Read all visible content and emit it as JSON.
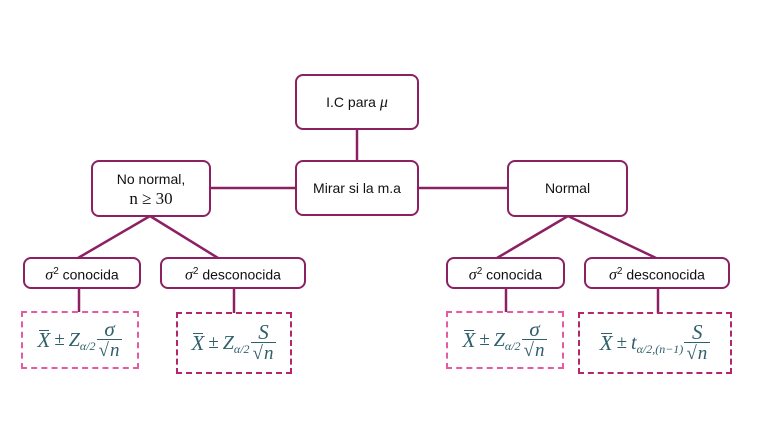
{
  "diagram": {
    "root": {
      "label": "I.C para ",
      "symbol": "μ"
    },
    "center": {
      "label": "Mirar si la m.a"
    },
    "left": {
      "line1": "No normal,",
      "line2": "n ≥ 30"
    },
    "right": {
      "label": "Normal"
    },
    "leaves": [
      {
        "sigma": "σ",
        "exp": "2",
        "label": " conocida"
      },
      {
        "sigma": "σ",
        "exp": "2",
        "label": " desconocida"
      },
      {
        "sigma": "σ",
        "exp": "2",
        "label": " conocida"
      },
      {
        "sigma": "σ",
        "exp": "2",
        "label": " desconocida"
      }
    ],
    "formulas": [
      {
        "x": "X",
        "pm": "±",
        "stat": "Z",
        "sub": "α/2",
        "num": "σ",
        "root": "√",
        "n": "n"
      },
      {
        "x": "X",
        "pm": "±",
        "stat": "Z",
        "sub": "α/2",
        "num": "S",
        "root": "√",
        "n": "n"
      },
      {
        "x": "X",
        "pm": "±",
        "stat": "Z",
        "sub": "α/2",
        "num": "σ",
        "root": "√",
        "n": "n"
      },
      {
        "x": "X",
        "pm": "±",
        "stat": "t",
        "sub": "α/2,(n−1)",
        "num": "S",
        "root": "√",
        "n": "n"
      }
    ],
    "colors": {
      "box_border": "#8b2163",
      "connector": "#8b2163",
      "dashed_light": "#e65aa4",
      "dashed_dark": "#b3286a",
      "formula_text": "#2f5f6b"
    }
  }
}
